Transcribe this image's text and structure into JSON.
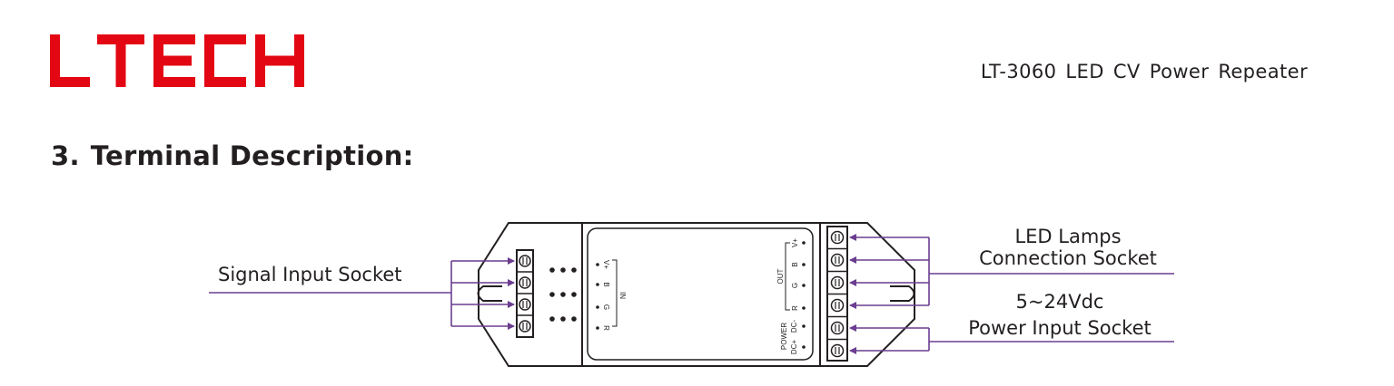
{
  "header": {
    "brand": "LTECH",
    "brand_color": "#e30613",
    "product_title": "LT-3060 LED CV Power Repeater"
  },
  "section": {
    "number": "3.",
    "title": "Terminal Description:"
  },
  "diagram": {
    "accent_color": "#6a3d8f",
    "labels": {
      "signal_input": "Signal Input Socket",
      "led_lamps_line1": "LED Lamps",
      "led_lamps_line2": "Connection Socket",
      "voltage": "5~24Vdc",
      "power_input": "Power Input Socket"
    },
    "panel": {
      "in_label": "IN",
      "in_pins": [
        "V+",
        "B",
        "G",
        "R"
      ],
      "out_label": "OUT",
      "out_pins": [
        "V+",
        "B",
        "G",
        "R"
      ],
      "power_label": "POWER",
      "power_pins": [
        "DC-",
        "DC+"
      ]
    }
  }
}
